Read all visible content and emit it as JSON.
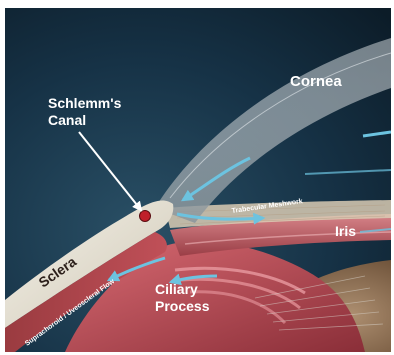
{
  "figure": {
    "labels": {
      "schlemms_canal_line1": "Schlemm's",
      "schlemms_canal_line2": "Canal",
      "cornea": "Cornea",
      "trabecular_meshwork": "Trabecular Meshwork",
      "iris": "Iris",
      "sclera": "Sclera",
      "ciliary_process_line1": "Ciliary",
      "ciliary_process_line2": "Process",
      "suprachoroid_uveoscleral_flow": "Suprachoroid / Uveoscleral Flow"
    },
    "colors": {
      "background": "#0f2230",
      "sclera": "#e9e4d6",
      "cornea": "#9aa3a8",
      "iris": "#b8565c",
      "ciliary_body": "#c44e5a",
      "flow_arrow": "#6cc3e0",
      "schlemms_canal": "#c0202a"
    }
  }
}
